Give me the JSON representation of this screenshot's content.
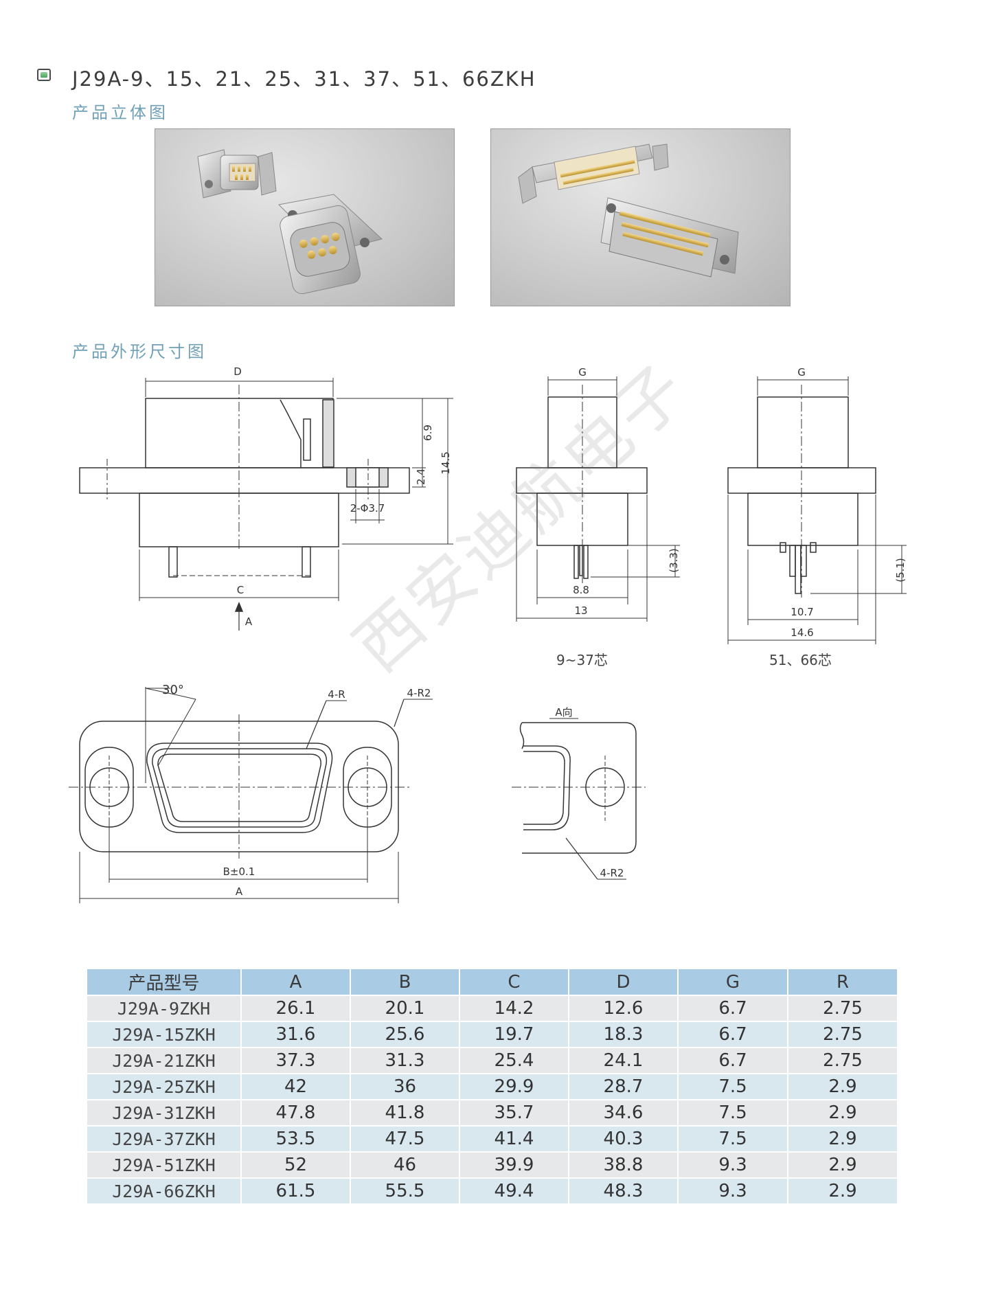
{
  "header": {
    "title": "J29A-9、15、21、25、31、37、51、66ZKH",
    "section_3d": "产品立体图",
    "section_dims": "产品外形尺寸图"
  },
  "drawing": {
    "side_view": {
      "label_D": "D",
      "label_C": "C",
      "label_A_arrow": "A",
      "dim_6_9": "6.9",
      "dim_2_4": "2.4",
      "dim_14_5": "14.5",
      "dim_hole": "2-Φ3.7"
    },
    "front_9_37": {
      "label_G": "G",
      "dim_3_3": "(3.3)",
      "dim_8_8": "8.8",
      "dim_13": "13",
      "caption": "9~37芯"
    },
    "front_51_66": {
      "label_G": "G",
      "dim_5_1": "(5.1)",
      "dim_10_7": "10.7",
      "dim_14_6": "14.6",
      "caption": "51、66芯"
    },
    "plan_view": {
      "angle": "30°",
      "radius_inner": "4-R",
      "radius_outer": "4-R2",
      "label_B": "B±0.1",
      "label_A": "A"
    },
    "detail_a": {
      "title": "A向",
      "radius": "4-R2"
    }
  },
  "watermark": "西安迪航电子",
  "table": {
    "headers": [
      "产品型号",
      "A",
      "B",
      "C",
      "D",
      "G",
      "R"
    ],
    "rows": [
      [
        "J29A-9ZKH",
        "26.1",
        "20.1",
        "14.2",
        "12.6",
        "6.7",
        "2.75"
      ],
      [
        "J29A-15ZKH",
        "31.6",
        "25.6",
        "19.7",
        "18.3",
        "6.7",
        "2.75"
      ],
      [
        "J29A-21ZKH",
        "37.3",
        "31.3",
        "25.4",
        "24.1",
        "6.7",
        "2.75"
      ],
      [
        "J29A-25ZKH",
        "42",
        "36",
        "29.9",
        "28.7",
        "7.5",
        "2.9"
      ],
      [
        "J29A-31ZKH",
        "47.8",
        "41.8",
        "35.7",
        "34.6",
        "7.5",
        "2.9"
      ],
      [
        "J29A-37ZKH",
        "53.5",
        "47.5",
        "41.4",
        "40.3",
        "7.5",
        "2.9"
      ],
      [
        "J29A-51ZKH",
        "52",
        "46",
        "39.9",
        "38.8",
        "9.3",
        "2.9"
      ],
      [
        "J29A-66ZKH",
        "61.5",
        "55.5",
        "49.4",
        "48.3",
        "9.3",
        "2.9"
      ]
    ]
  }
}
